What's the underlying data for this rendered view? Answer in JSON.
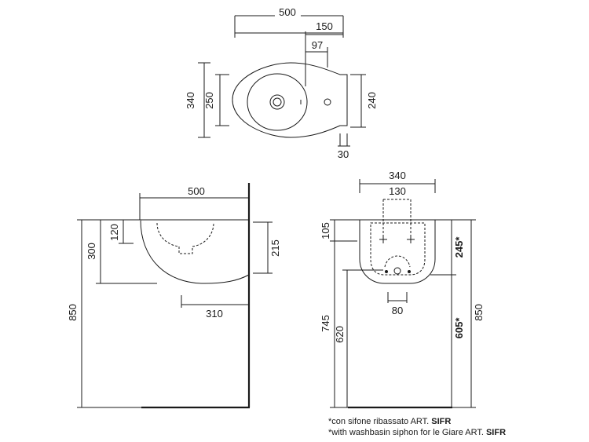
{
  "top_view": {
    "width_total": "500",
    "width_deck": "150",
    "tap_offset": "97",
    "height_total": "340",
    "height_bowl": "250",
    "height_deck": "240",
    "deck_depth": "30"
  },
  "side_view": {
    "width": "500",
    "height_bowl_inner": "120",
    "height_bowl": "300",
    "height_fix": "215",
    "depth_waste": "310",
    "floor_height": "850"
  },
  "front_view": {
    "width": "340",
    "width_inner": "130",
    "top_offset": "105",
    "siphon_width": "80",
    "height_745": "745",
    "height_620": "620",
    "height_245": "245*",
    "height_605": "605*",
    "floor_height": "850"
  },
  "notes": {
    "line1_prefix": "*con sifone ribassato ART. ",
    "line1_code": "SIFR",
    "line2_prefix": "*with washbasin siphon for le Giare ART. ",
    "line2_code": "SIFR"
  }
}
